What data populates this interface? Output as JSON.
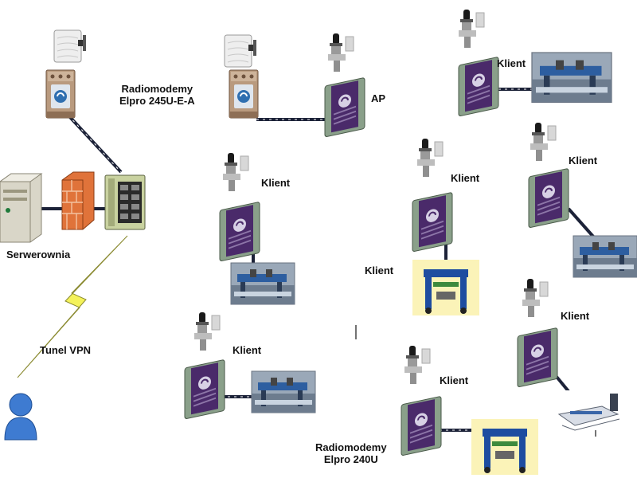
{
  "labels": {
    "radiomodemy_top_line1": "Radiomodemy",
    "radiomodemy_top_line2": "Elpro 245U-E-A",
    "ap": "AP",
    "serwerownia": "Serwerownia",
    "tunel_vpn": "Tunel VPN",
    "klient": "Klient",
    "radiomodemy_bottom_line1": "Radiomodemy",
    "radiomodemy_bottom_line2": "Elpro 240U"
  },
  "colors": {
    "modem_body": "#b99a7e",
    "modem_dark": "#7a5c45",
    "radio_green": "#8aa08a",
    "radio_purple": "#4a2a6a",
    "cable": "#1c2238",
    "firewall": "#e0733a",
    "switch": "#c9d2a0",
    "vpn_bolt": "#f4f25a",
    "user": "#3e7bd1"
  },
  "icons": [
    "server-icon",
    "firewall-icon",
    "switch-icon",
    "panel-antenna-icon",
    "router-modem-icon",
    "omni-antenna-icon",
    "radio-modem-icon",
    "lightning-vpn-icon",
    "user-icon",
    "machine-photo-icon"
  ]
}
